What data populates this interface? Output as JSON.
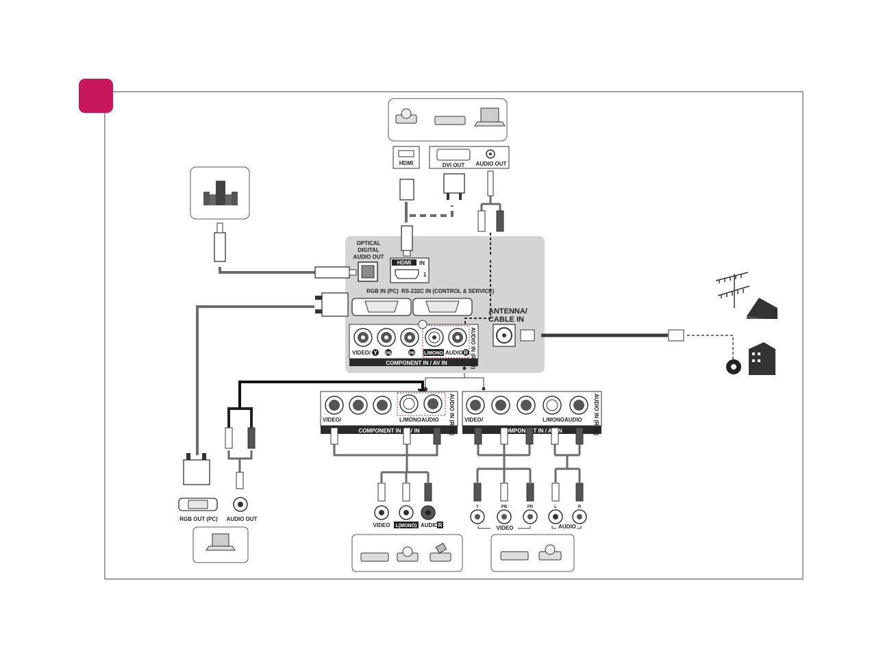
{
  "colors": {
    "accent": "#c8175d",
    "panel": "#d4d4d4",
    "cable": "#6b6b6b",
    "dash": "#b0164f",
    "frame": "#404040"
  },
  "panel": {
    "optical_label_1": "OPTICAL",
    "optical_label_2": "DIGITAL",
    "optical_label_3": "AUDIO OUT",
    "hdmi_logo": "HDMI",
    "hdmi_in": "IN",
    "hdmi_port_number": "1",
    "rgb_in": "RGB IN (PC)",
    "rs232c": "RS-232C IN (CONTROL & SERVICE)",
    "antenna_1": "ANTENNA/",
    "antenna_2": "CABLE IN",
    "component_title": "COMPONENT IN / AV IN",
    "audio_in_rgb": "AUDIO IN (RGB)"
  },
  "jack_labels": {
    "video": "VIDEO/",
    "y": "Y",
    "pb": "PB",
    "pr": "PR",
    "lmono": "L/MONO",
    "audio": "AUDIO",
    "r": "R"
  },
  "source_top": {
    "hdmi": "HDMI",
    "dvi_out": "DVI OUT",
    "audio_out": "AUDIO OUT"
  },
  "pc_bottom": {
    "rgb_out": "RGB OUT (PC)",
    "audio_out": "AUDIO OUT"
  },
  "av_device": {
    "video": "VIDEO",
    "lmono": "L(MONO)",
    "audio": "AUDIO",
    "r": "R"
  },
  "comp_device": {
    "y": "Y",
    "pb": "PB",
    "pr": "PR",
    "video": "VIDEO",
    "l": "L",
    "r": "R",
    "audio": "AUDIO"
  },
  "icons": [
    "speaker-system-icon",
    "dvd-player-icon",
    "set-top-box-icon",
    "laptop-icon",
    "antenna-icon",
    "house-icon",
    "building-icon",
    "cable-outlet-icon",
    "camcorder-icon"
  ]
}
